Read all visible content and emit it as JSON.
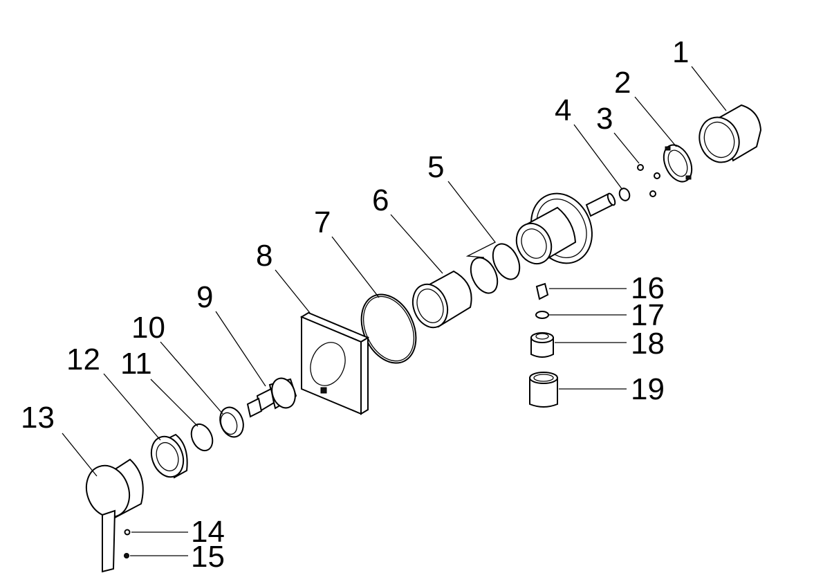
{
  "diagram": {
    "type": "exploded-parts-view",
    "callouts": [
      {
        "id": "1",
        "label": "1"
      },
      {
        "id": "2",
        "label": "2"
      },
      {
        "id": "3",
        "label": "3"
      },
      {
        "id": "4",
        "label": "4"
      },
      {
        "id": "5",
        "label": "5"
      },
      {
        "id": "6",
        "label": "6"
      },
      {
        "id": "7",
        "label": "7"
      },
      {
        "id": "8",
        "label": "8"
      },
      {
        "id": "9",
        "label": "9"
      },
      {
        "id": "10",
        "label": "10"
      },
      {
        "id": "11",
        "label": "11"
      },
      {
        "id": "12",
        "label": "12"
      },
      {
        "id": "13",
        "label": "13"
      },
      {
        "id": "14",
        "label": "14"
      },
      {
        "id": "15",
        "label": "15"
      },
      {
        "id": "16",
        "label": "16"
      },
      {
        "id": "17",
        "label": "17"
      },
      {
        "id": "18",
        "label": "18"
      },
      {
        "id": "19",
        "label": "19"
      }
    ]
  }
}
